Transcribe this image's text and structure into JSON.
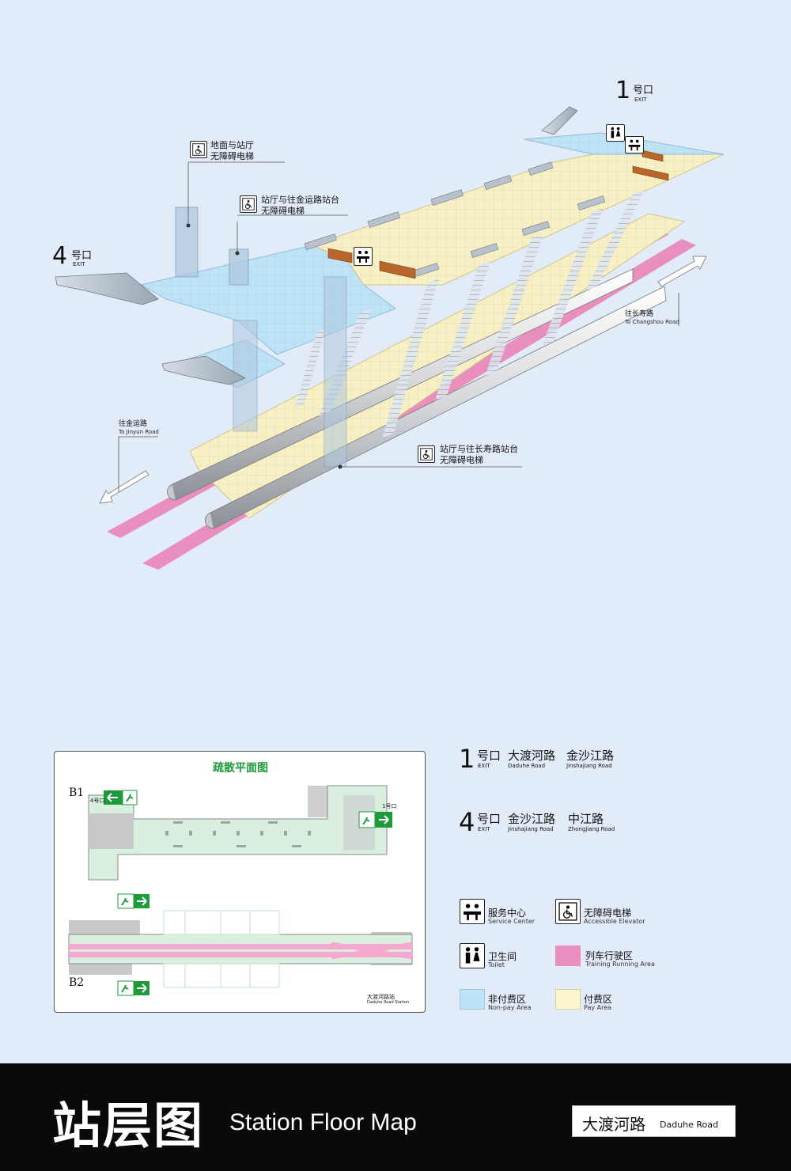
{
  "map": {
    "exit1": {
      "num": "1",
      "cn": "号口",
      "en": "EXIT"
    },
    "exit4": {
      "num": "4",
      "cn": "号口",
      "en": "EXIT"
    },
    "elevators": [
      {
        "cn1": "地面与站厅",
        "cn2": "无障碍电梯"
      },
      {
        "cn1": "站厅与往金运路站台",
        "cn2": "无障碍电梯"
      },
      {
        "cn1": "站厅与往长寿路站台",
        "cn2": "无障碍电梯"
      }
    ],
    "dir_changshou": {
      "cn": "往长寿路",
      "en": "To Changshou Road"
    },
    "dir_jinyun": {
      "cn": "往金运路",
      "en": "To Jinyun Road"
    }
  },
  "evacuation": {
    "title": "疏散平面图",
    "b1": "B1",
    "b2": "B2",
    "exit4_mini": "4号口",
    "exit1_mini": "1号口",
    "station_mini_cn": "大渡河路站",
    "station_mini_en": "Daduhe Road Station"
  },
  "exits_info": [
    {
      "num": "1",
      "cn": "号口",
      "en": "EXIT",
      "roads": [
        {
          "cn": "大渡河路",
          "en": "Daduhe Road"
        },
        {
          "cn": "金沙江路",
          "en": "Jinshajiang Road"
        }
      ]
    },
    {
      "num": "4",
      "cn": "号口",
      "en": "EXIT",
      "roads": [
        {
          "cn": "金沙江路",
          "en": "Jinshajiang Road"
        },
        {
          "cn": "中江路",
          "en": "Zhongjiang Road"
        }
      ]
    }
  ],
  "legend": [
    {
      "cn": "服务中心",
      "en": "Service Center",
      "icon": "service-center-icon"
    },
    {
      "cn": "无障碍电梯",
      "en": "Accessible Elevator",
      "icon": "accessible-elevator-icon"
    },
    {
      "cn": "卫生间",
      "en": "Toilet",
      "icon": "toilet-icon"
    },
    {
      "cn": "列车行驶区",
      "en": "Training Running Area",
      "color": "#e98fbd"
    },
    {
      "cn": "非付费区",
      "en": "Non-pay Area",
      "color": "#bfe3f6"
    },
    {
      "cn": "付费区",
      "en": "Pay Area",
      "color": "#fbf6cd"
    }
  ],
  "footer": {
    "title_cn": "站层图",
    "title_en": "Station Floor Map",
    "station_cn": "大渡河路",
    "station_en": "Daduhe Road"
  },
  "colors": {
    "background": "#e2ecf8",
    "non_pay": "#bfe3f6",
    "pay": "#fbf6cd",
    "track": "#e98fbd",
    "exit_green": "#1f9a3a",
    "footer": "#0a0a0a"
  }
}
